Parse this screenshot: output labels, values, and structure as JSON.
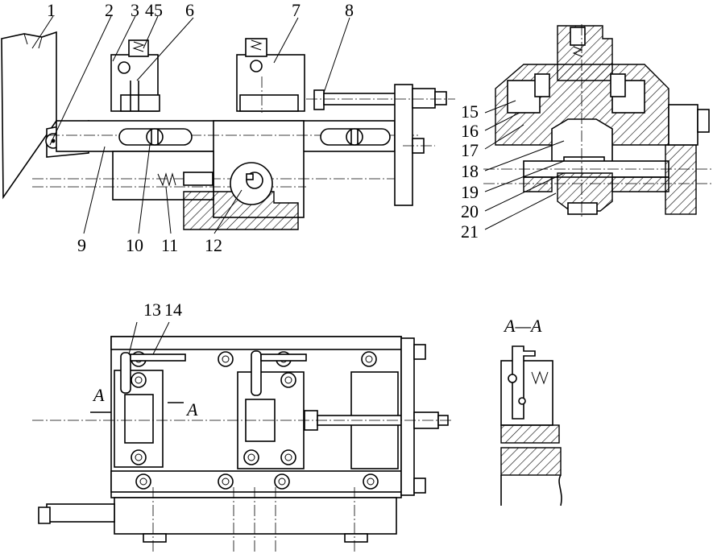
{
  "labels": {
    "n1": "1",
    "n2": "2",
    "n3": "3",
    "n45": "45",
    "n6": "6",
    "n7": "7",
    "n8": "8",
    "n9": "9",
    "n10": "10",
    "n11": "11",
    "n12": "12",
    "n13": "13",
    "n14": "14",
    "n15": "15",
    "n16": "16",
    "n17": "17",
    "n18": "18",
    "n19": "19",
    "n20": "20",
    "n21": "21"
  },
  "section": {
    "title": "A—A",
    "marker_left": "A",
    "marker_right": "A"
  }
}
